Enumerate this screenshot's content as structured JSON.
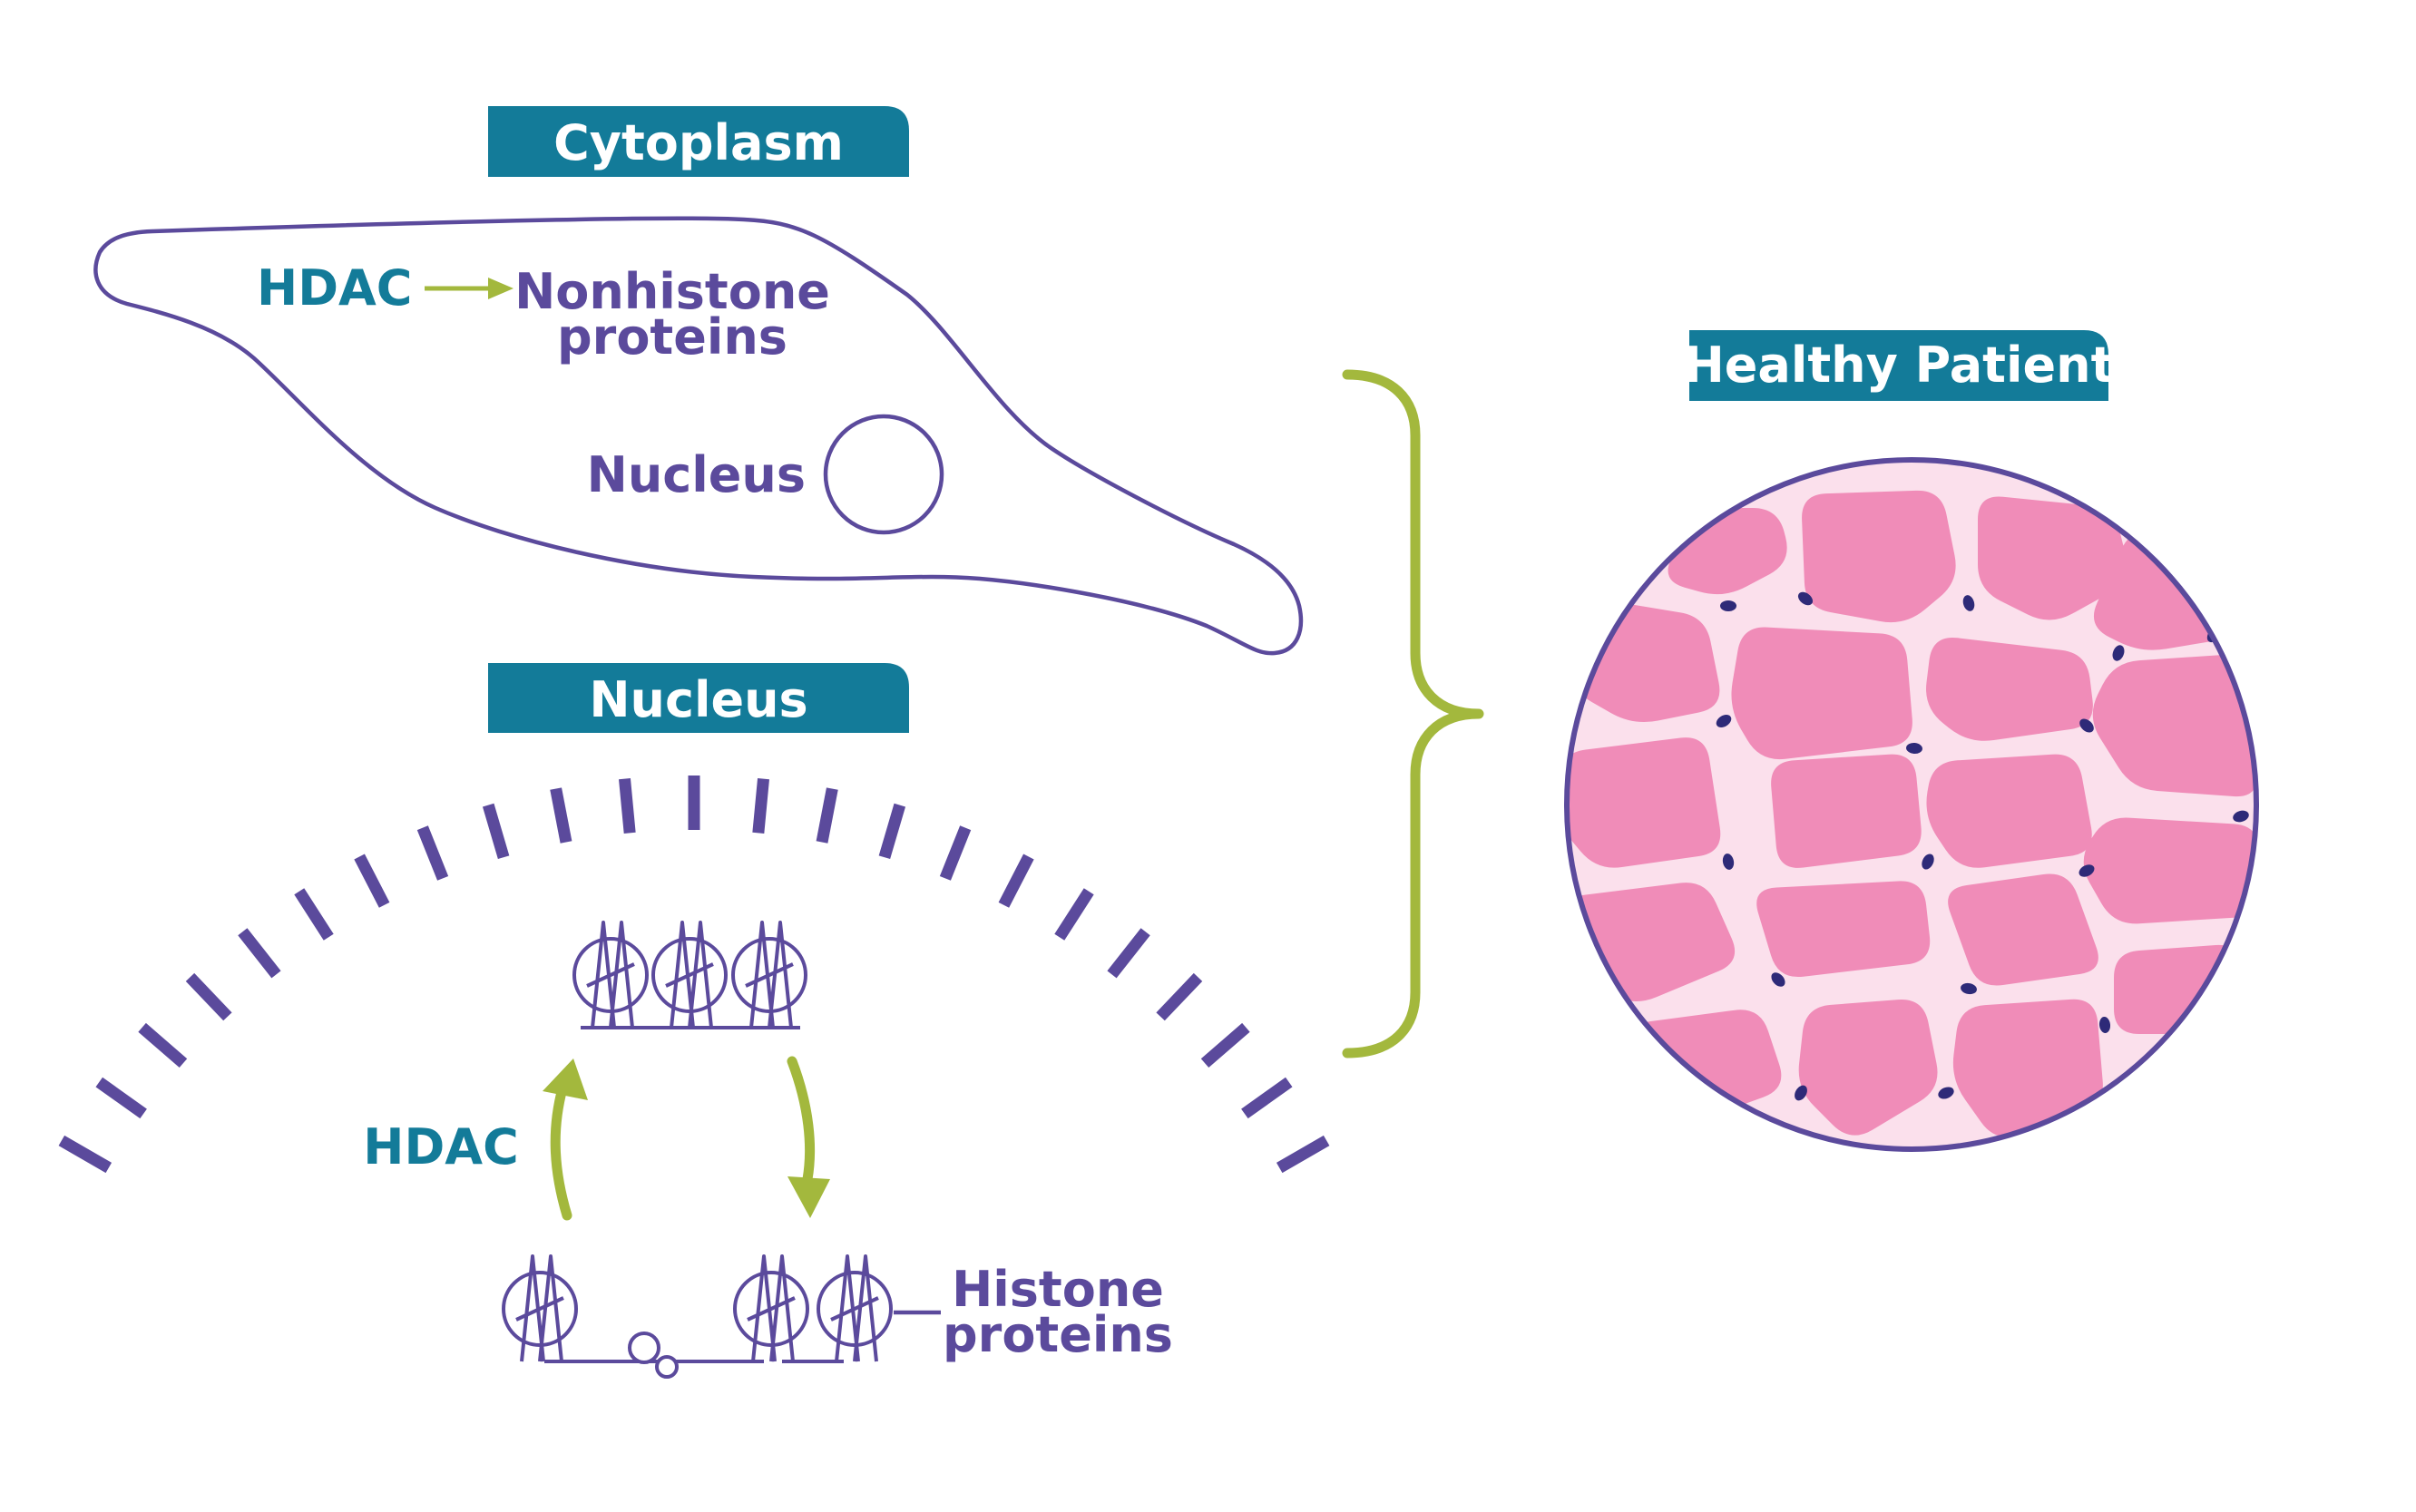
{
  "headers": {
    "cytoplasm": "Cytoplasm",
    "nucleus": "Nucleus",
    "healthy_patient": "Healthy Patient"
  },
  "cytoplasm_panel": {
    "enzyme": "HDAC",
    "target_line1": "Nonhistone",
    "target_line2": "proteins",
    "nucleus_label": "Nucleus"
  },
  "nucleus_panel": {
    "enzyme": "HDAC",
    "histone_line1": "Histone",
    "histone_line2": "proteins"
  },
  "colors": {
    "header_fill": "#137b99",
    "teal_text": "#137b99",
    "purple": "#5b4a9c",
    "green_arrow": "#a3b83d",
    "tissue_pink": "#f08cb8",
    "tissue_gap": "#fbe0ec",
    "tissue_nuclei": "#2e2a78"
  },
  "icons": {
    "arrow": "arrow-right-icon",
    "brace": "curly-brace-icon"
  }
}
